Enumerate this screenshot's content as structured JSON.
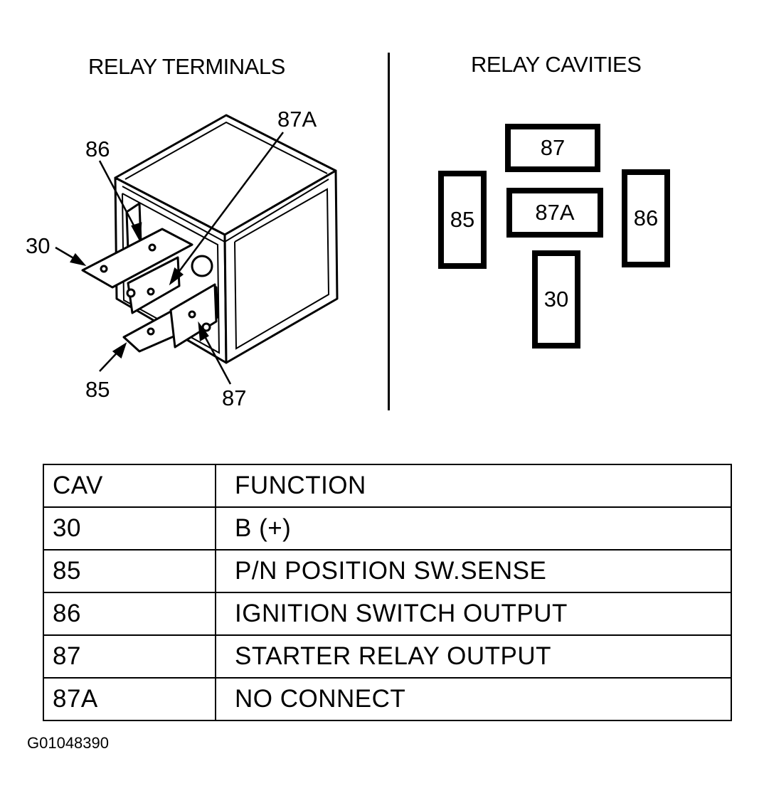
{
  "left_panel": {
    "title": "RELAY TERMINALS",
    "labels": {
      "t30": "30",
      "t85": "85",
      "t86": "86",
      "t87": "87",
      "t87a": "87A"
    }
  },
  "right_panel": {
    "title": "RELAY CAVITIES",
    "cavities": {
      "c87": "87",
      "c87a": "87A",
      "c85": "85",
      "c86": "86",
      "c30": "30"
    }
  },
  "table": {
    "headers": {
      "cav": "CAV",
      "function": "FUNCTION"
    },
    "rows": [
      {
        "cav": "30",
        "function": "B (+)"
      },
      {
        "cav": "85",
        "function": "P/N POSITION SW.SENSE"
      },
      {
        "cav": "86",
        "function": "IGNITION SWITCH OUTPUT"
      },
      {
        "cav": "87",
        "function": "STARTER RELAY OUTPUT"
      },
      {
        "cav": "87A",
        "function": "NO CONNECT"
      }
    ]
  },
  "figure_id": "G01048390"
}
